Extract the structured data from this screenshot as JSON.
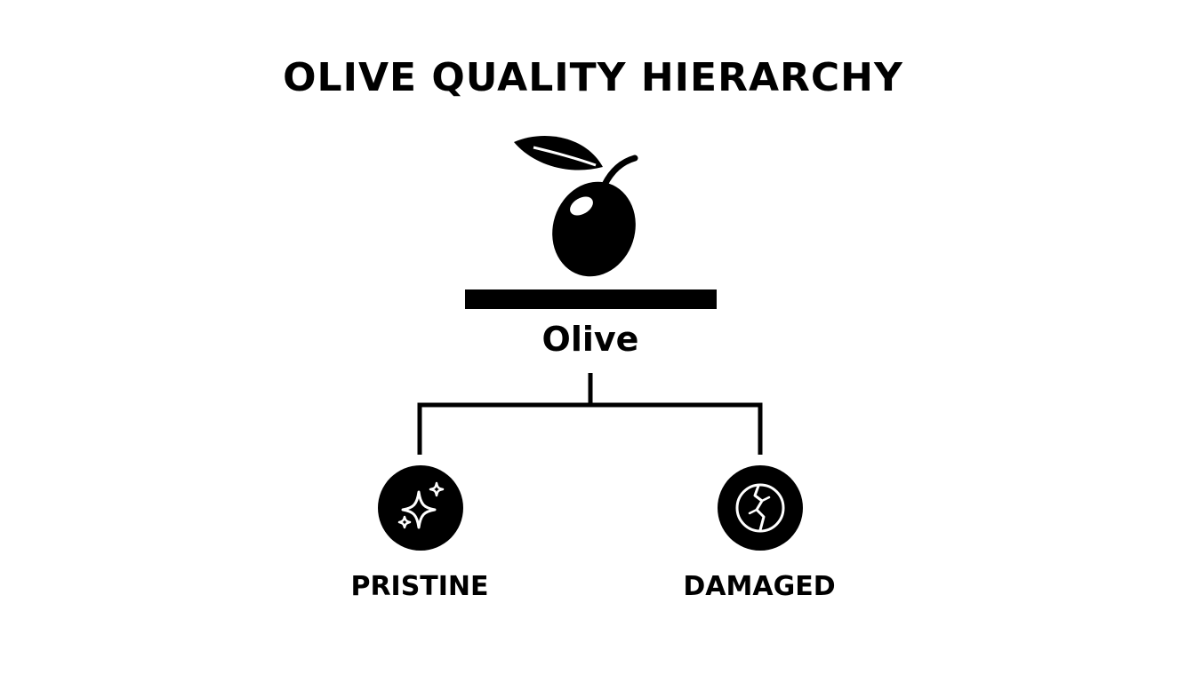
{
  "title": "OLIVE QUALITY HIERARCHY",
  "root": {
    "label": "Olive",
    "icon": "olive-with-leaf-icon"
  },
  "children": [
    {
      "label": "PRISTINE",
      "icon": "sparkle-icon"
    },
    {
      "label": "DAMAGED",
      "icon": "cracked-olive-icon"
    }
  ],
  "colors": {
    "foreground": "#000000",
    "background": "#ffffff"
  }
}
